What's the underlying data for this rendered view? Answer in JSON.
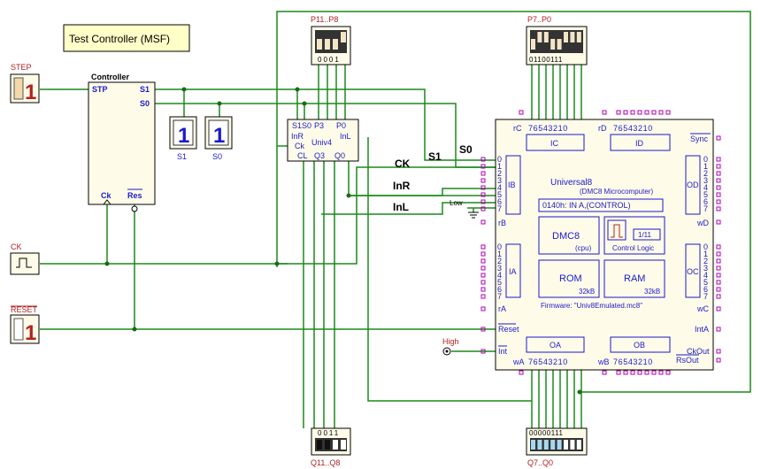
{
  "title_box": {
    "label": "Test Controller (MSF)"
  },
  "inputs": {
    "step": {
      "label": "STEP",
      "value": "1"
    },
    "ck": {
      "label": "CK"
    },
    "reset": {
      "label": "RESET",
      "value": "1"
    }
  },
  "controller": {
    "title": "Controller",
    "pins": {
      "stp": "STP",
      "s1": "S1",
      "s0": "S0",
      "ck": "Ck",
      "res": "Res"
    }
  },
  "displays": {
    "s1": {
      "label": "S1",
      "value": "1"
    },
    "s0": {
      "label": "S0",
      "value": "1"
    }
  },
  "univ4": {
    "name": "Univ4",
    "pins": {
      "s1s0": "S1S0",
      "p3": "P3",
      "p0": "P0",
      "inr": "InR",
      "inl": "InL",
      "ck": "Ck",
      "cl": "CL",
      "q3": "Q3",
      "q0": "Q0"
    }
  },
  "switches": {
    "p11_p8": {
      "label": "P11..P8",
      "bits": "0001"
    },
    "p7_p0": {
      "label": "P7..P0",
      "bits": "01100111"
    },
    "q11_q8": {
      "label": "Q11..Q8",
      "bits": "0011"
    },
    "q7_q0": {
      "label": "Q7..Q0",
      "bits": "00000111"
    }
  },
  "signals": {
    "s0": "S0",
    "s1": "S1",
    "ck": "CK",
    "inr": "InR",
    "inl": "InL",
    "low": "Low",
    "high": "High"
  },
  "universal8": {
    "name": "Universal8",
    "subtitle": "(DMC8 Microcomputer)",
    "instruction": "0140h:  IN   A,(CONTROL)",
    "cpu": {
      "name": "DMC8",
      "sub": "(cpu)"
    },
    "control": {
      "name": "Control Logic",
      "value": "1/11"
    },
    "rom": {
      "name": "ROM",
      "size": "32kB"
    },
    "ram": {
      "name": "RAM",
      "size": "32kB"
    },
    "firmware": "Firmware: \"Univ8Emulated.mc8\"",
    "ports": {
      "ic": "IC",
      "id": "ID",
      "ib": "IB",
      "od": "OD",
      "ia": "IA",
      "oc": "OC",
      "oa": "OA",
      "ob": "OB"
    },
    "pins": {
      "rc": "rC",
      "rd": "rD",
      "rb": "rB",
      "ra": "rA",
      "wd": "wD",
      "wc": "wC",
      "wa": "wA",
      "wb": "wB",
      "sync": "Sync",
      "reset": "Reset",
      "int": "Int",
      "inta": "IntA",
      "ckout": "CkOut",
      "rsout": "RsOut",
      "bits_desc": "76543210"
    }
  }
}
